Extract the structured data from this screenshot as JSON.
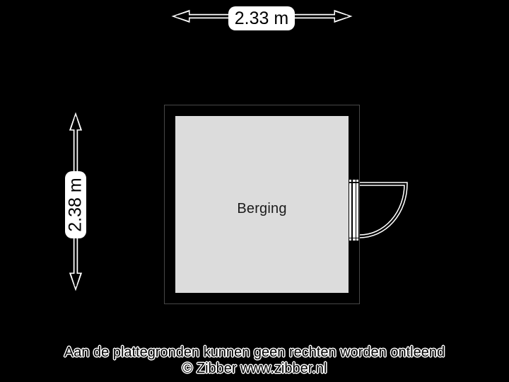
{
  "title": "Floor plan - Berging",
  "colors": {
    "background": "#000000",
    "wall": "#000000",
    "floor": "#dcdcdc",
    "label_background": "#ffffff",
    "label_text": "#000000",
    "linework": "#000000",
    "halo": "#ffffff"
  },
  "dimensions": {
    "width_label": "2.33 m",
    "height_label": "2.38 m"
  },
  "room": {
    "name": "Berging"
  },
  "footer": {
    "disclaimer": "Aan de plattegronden kunnen geen rechten worden ontleend",
    "credit": "© Zibber www.zibber.nl"
  }
}
